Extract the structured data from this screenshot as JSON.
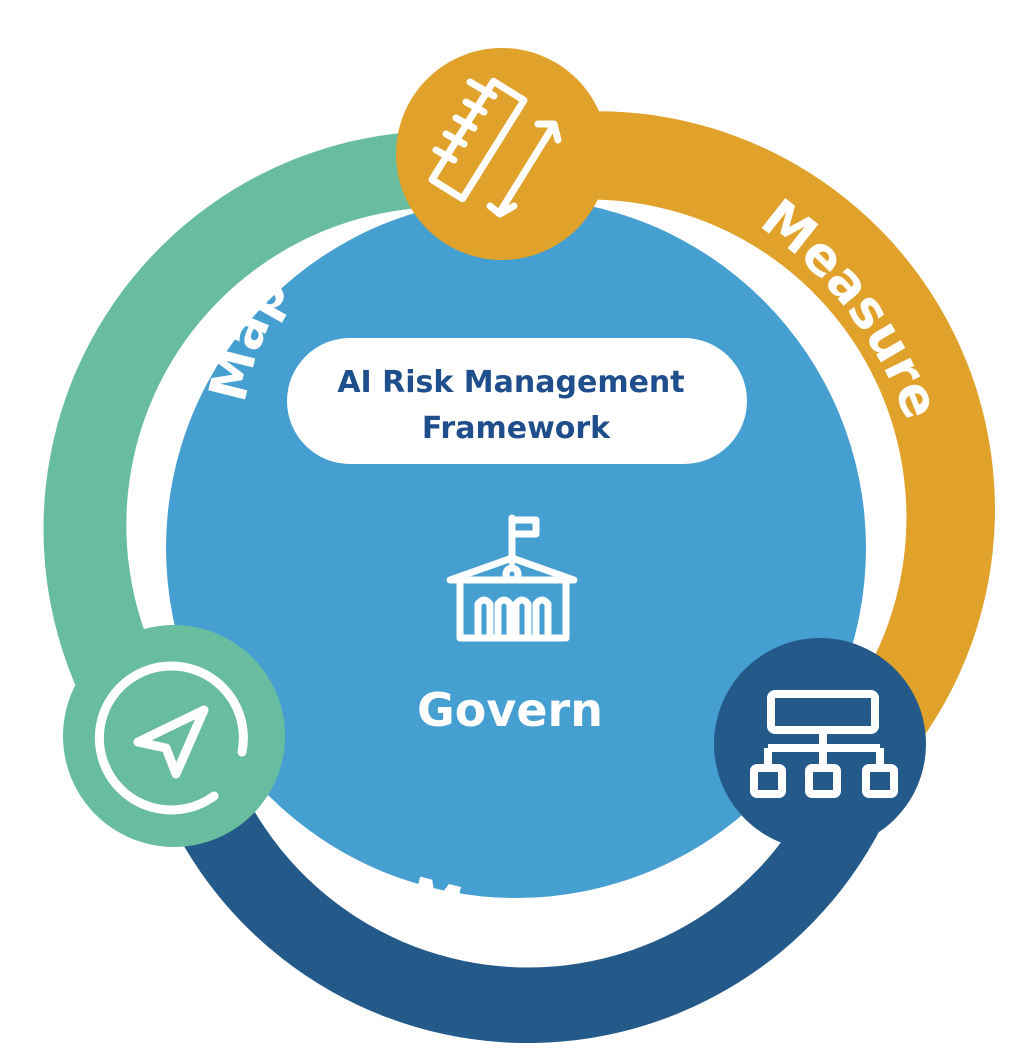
{
  "title": {
    "line1": "AI Risk Management",
    "line2": "Framework"
  },
  "functions": {
    "map": "Map",
    "measure": "Measure",
    "manage": "Manage",
    "govern": "Govern"
  },
  "icons": {
    "measure": "ruler-icon",
    "manage": "hierarchy-icon",
    "map": "navigation-icon",
    "govern": "government-building-icon"
  },
  "colors": {
    "map": "#68bd9f",
    "measure": "#e0a22a",
    "manage": "#235a8a",
    "govern": "#459fd0",
    "title_text": "#1f4e8c"
  }
}
